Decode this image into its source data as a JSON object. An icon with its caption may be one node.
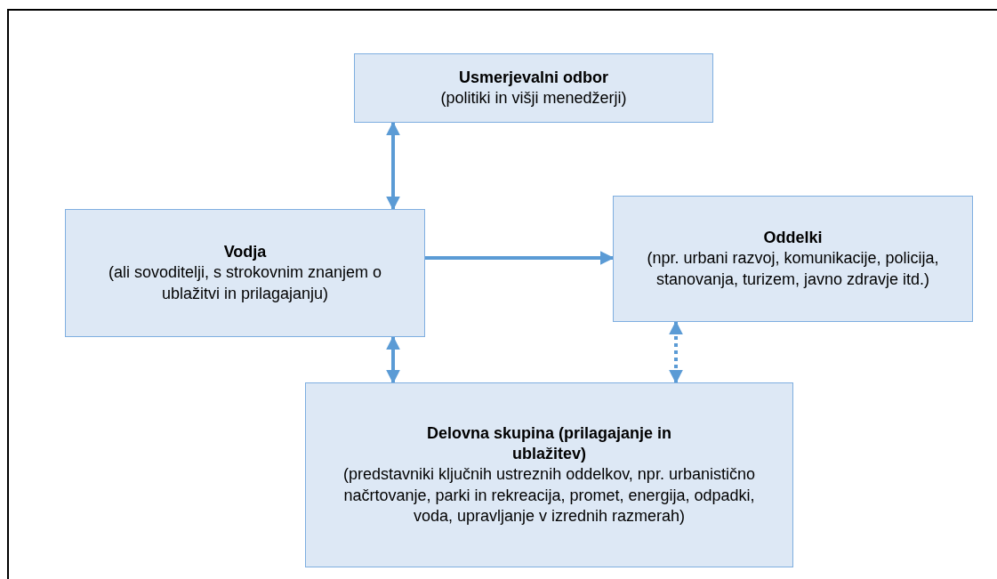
{
  "diagram": {
    "nodes": [
      {
        "text": [
          "Usmerjevalni odbor",
          "(politiki in višji menedžerji)"
        ]
      },
      {
        "text": [
          "Vodja",
          "(ali sovoditelji, s strokovnim znanjem o ublažitvi in prilagajanju)"
        ]
      },
      {
        "text": [
          "Oddelki",
          "(npr. urbani razvoj, komunikacije, policija, stanovanja, turizem, javno zdravje itd.)"
        ]
      },
      {
        "text": [
          "Delovna skupina (prilagajanje in ublažitev)",
          "(predstavniki ključnih ustreznih oddelkov, npr. urbanistično načrtovanje, parki in rekreacija, promet, energija, odpadki, voda, upravljanje v izrednih razmerah)"
        ]
      }
    ],
    "edges": [
      {
        "from": 0,
        "to": 1,
        "arrow": "both"
      },
      {
        "from": 1,
        "to": 2,
        "arrow": "to"
      },
      {
        "from": 1,
        "to": 3,
        "arrow": "both"
      },
      {
        "from": 2,
        "to": 3,
        "arrow": "both",
        "style": "dashed"
      }
    ]
  }
}
